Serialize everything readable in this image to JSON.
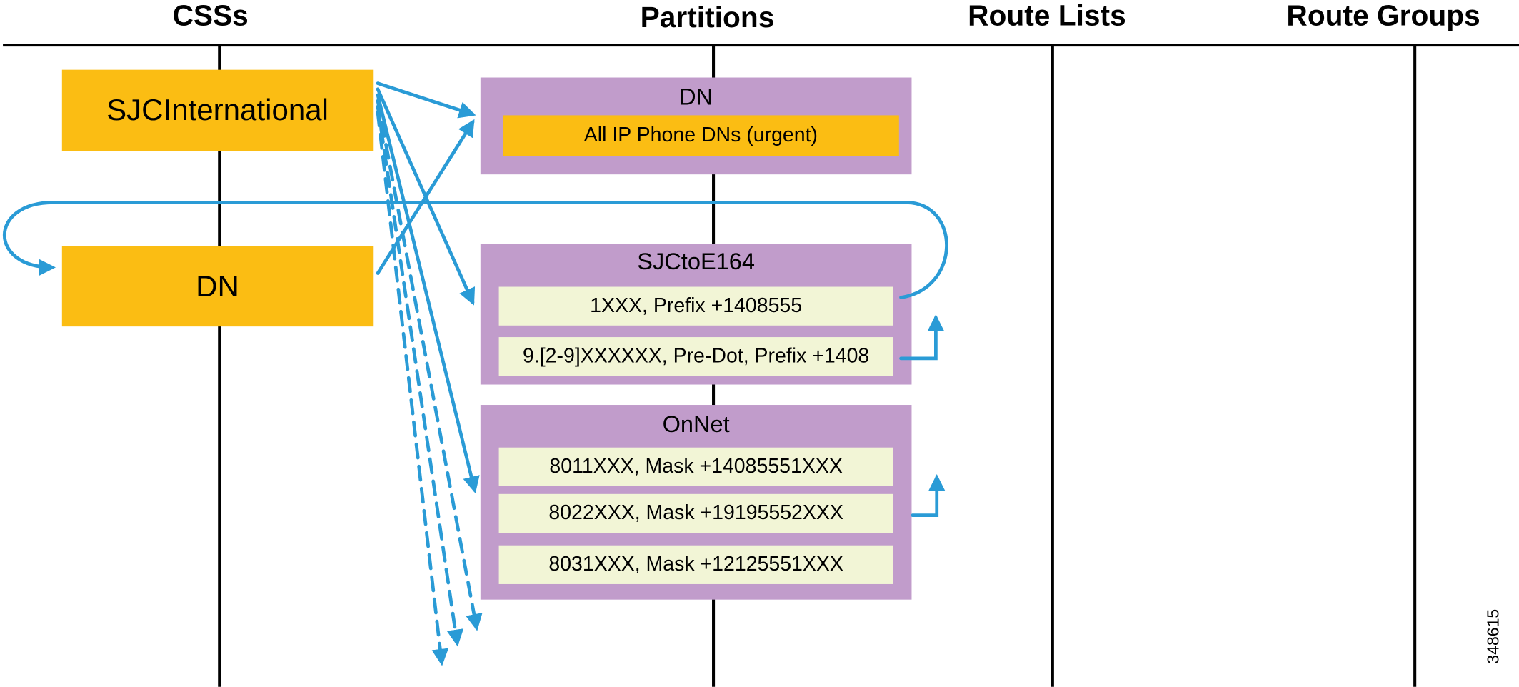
{
  "columns": {
    "css": "CSSs",
    "partitions": "Partitions",
    "route_lists": "Route Lists",
    "route_groups": "Route Groups"
  },
  "css_boxes": {
    "sjc_international": "SJCInternational",
    "dn": "DN"
  },
  "partitions": {
    "dn": {
      "title": "DN",
      "patterns": [
        "All IP Phone DNs (urgent)"
      ]
    },
    "sjc_to_e164": {
      "title": "SJCtoE164",
      "patterns": [
        "1XXX, Prefix +1408555",
        "9.[2-9]XXXXXX, Pre-Dot, Prefix +1408"
      ]
    },
    "onnet": {
      "title": "OnNet",
      "patterns": [
        "8011XXX, Mask +14085551XXX",
        "8022XXX, Mask +19195552XXX",
        "8031XXX, Mask +12125551XXX"
      ]
    }
  },
  "figure_id": "348615",
  "colors": {
    "css_fill": "#fbbd13",
    "partition_fill": "#c19ccb",
    "pattern_fill": "#f2f5d6",
    "arrow": "#2a9bd6"
  }
}
